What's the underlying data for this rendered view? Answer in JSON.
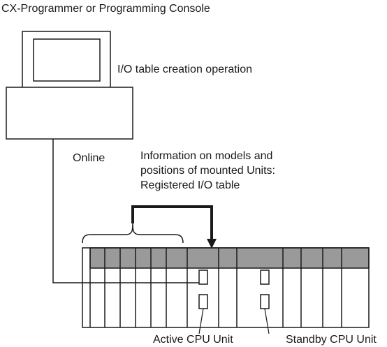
{
  "labels": {
    "title": "CX-Programmer or Programming Console",
    "io_operation": "I/O table creation operation",
    "online": "Online",
    "info_lines": [
      "Information on models and",
      "positions of mounted Units:",
      "Registered I/O table"
    ],
    "active_cpu": "Active CPU Unit",
    "standby_cpu": "Standby CPU Unit"
  },
  "colors": {
    "line": "#1a1a1a",
    "rack_top_band": "#9a9a9a",
    "background": "#ffffff"
  },
  "icons": {
    "terminal": "computer-terminal-icon",
    "plc_rack": "plc-rack-icon"
  }
}
